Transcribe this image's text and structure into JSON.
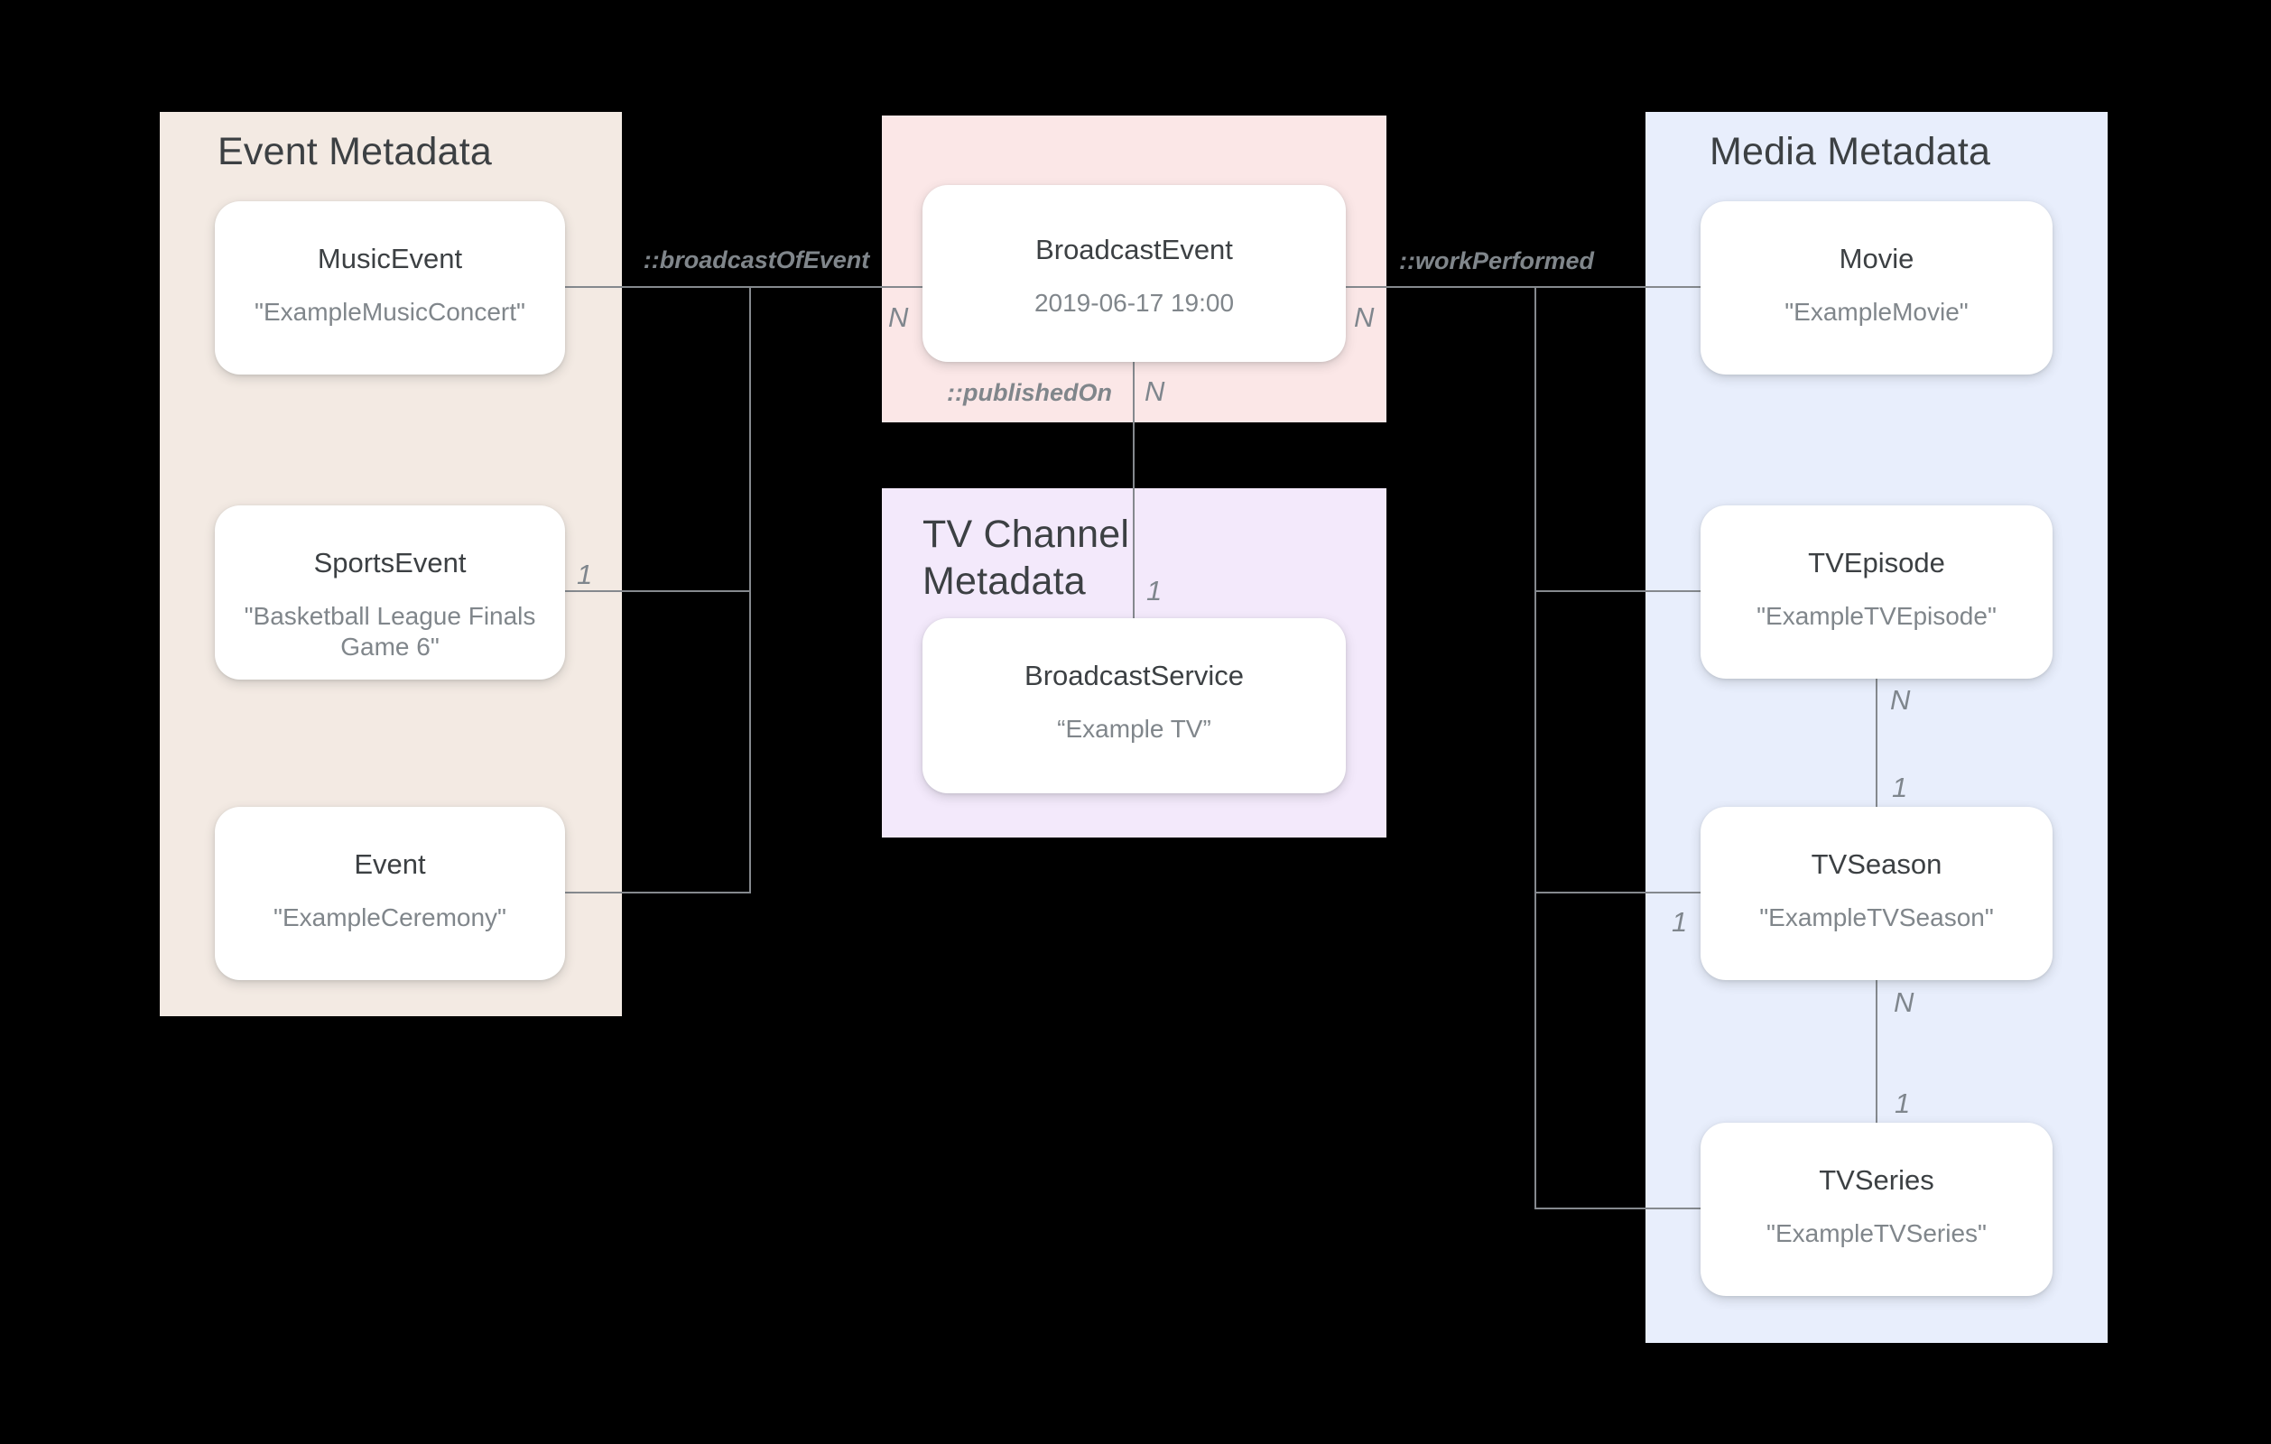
{
  "panels": {
    "event": {
      "title": "Event Metadata"
    },
    "tv_channel": {
      "title": "TV Channel Metadata"
    },
    "media": {
      "title": "Media Metadata"
    }
  },
  "nodes": {
    "music_event": {
      "label": "MusicEvent",
      "value": "\"ExampleMusicConcert\""
    },
    "sports_event": {
      "label": "SportsEvent",
      "value": "\"Basketball League Finals Game 6\""
    },
    "event": {
      "label": "Event",
      "value": "\"ExampleCeremony\""
    },
    "broadcast_event": {
      "label": "BroadcastEvent",
      "value": "2019-06-17 19:00"
    },
    "broadcast_service": {
      "label": "BroadcastService",
      "value": "“Example TV”"
    },
    "movie": {
      "label": "Movie",
      "value": "\"ExampleMovie\""
    },
    "tv_episode": {
      "label": "TVEpisode",
      "value": "\"ExampleTVEpisode\""
    },
    "tv_season": {
      "label": "TVSeason",
      "value": "\"ExampleTVSeason\""
    },
    "tv_series": {
      "label": "TVSeries",
      "value": "\"ExampleTVSeries\""
    }
  },
  "edges": {
    "broadcast_of_event": {
      "label": "::broadcastOfEvent",
      "mult_n": "N",
      "mult_1": "1"
    },
    "work_performed": {
      "label": "::workPerformed",
      "mult_n": "N",
      "mult_1": "1"
    },
    "published_on": {
      "label": "::publishedOn",
      "mult_n": "N",
      "mult_1": "1"
    },
    "episode_to_season": {
      "mult_n": "N",
      "mult_1": "1"
    },
    "season_to_series": {
      "mult_n": "N",
      "mult_1": "1"
    }
  },
  "colors": {
    "background": "#000000",
    "event_panel": "#f3eae3",
    "broadcast_panel": "#fbe7e7",
    "tv_channel_panel": "#f3e9fb",
    "media_panel": "#e8eefc",
    "card": "#ffffff",
    "card_title_text": "#3c4043",
    "card_value_text": "#80868b",
    "panel_title_text": "#3c4043",
    "connector_line": "#85898e",
    "edge_label_text": "#80868b"
  }
}
